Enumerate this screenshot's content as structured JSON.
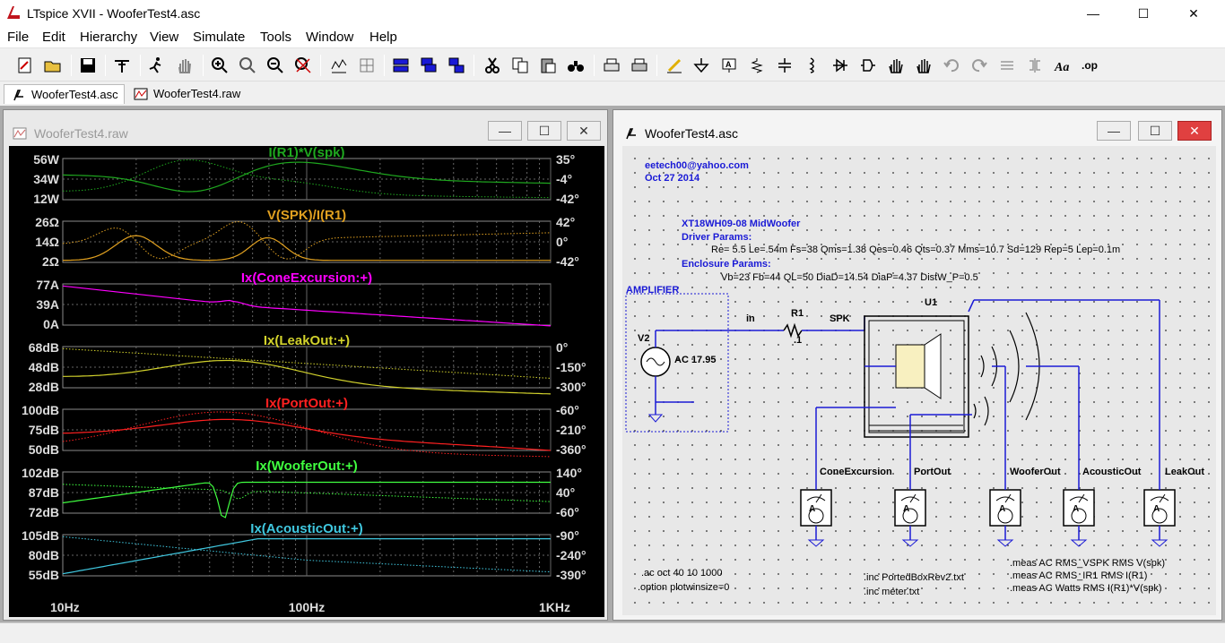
{
  "app": {
    "title": "LTspice XVII - WooferTest4.asc",
    "minimize": "—",
    "maximize": "☐",
    "close": "✕"
  },
  "menu": [
    "File",
    "Edit",
    "Hierarchy",
    "View",
    "Simulate",
    "Tools",
    "Window",
    "Help"
  ],
  "tabs": [
    {
      "label": "WooferTest4.asc",
      "icon": "schematic-icon"
    },
    {
      "label": "WooferTest4.raw",
      "icon": "waveform-icon"
    }
  ],
  "waveform_window": {
    "title": "WooferTest4.raw",
    "x_ticks": [
      "10Hz",
      "100Hz",
      "1KHz"
    ],
    "panes": [
      {
        "title": "I(R1)*V(spk)",
        "color": "#1fa81f",
        "left_ticks": [
          "56W",
          "34W",
          "12W"
        ],
        "right_ticks": [
          "35°",
          "-4°",
          "-42°"
        ]
      },
      {
        "title": "V(SPK)/I(R1)",
        "color": "#e0a020",
        "left_ticks": [
          "26Ω",
          "14Ω",
          "2Ω"
        ],
        "right_ticks": [
          "42°",
          "0°",
          "-42°"
        ]
      },
      {
        "title": "Ix(ConeExcursion:+)",
        "color": "#ff00ff",
        "left_ticks": [
          "77A",
          "39A",
          "0A"
        ],
        "right_ticks": []
      },
      {
        "title": "Ix(LeakOut:+)",
        "color": "#d2d22c",
        "left_ticks": [
          "68dB",
          "48dB",
          "28dB"
        ],
        "right_ticks": [
          "0°",
          "-150°",
          "-300°"
        ]
      },
      {
        "title": "Ix(PortOut:+)",
        "color": "#ff2020",
        "left_ticks": [
          "100dB",
          "75dB",
          "50dB"
        ],
        "right_ticks": [
          "-60°",
          "-210°",
          "-360°"
        ]
      },
      {
        "title": "Ix(WooferOut:+)",
        "color": "#40ff40",
        "left_ticks": [
          "102dB",
          "87dB",
          "72dB"
        ],
        "right_ticks": [
          "140°",
          "40°",
          "-60°"
        ]
      },
      {
        "title": "Ix(AcousticOut:+)",
        "color": "#40c8e0",
        "left_ticks": [
          "105dB",
          "80dB",
          "55dB"
        ],
        "right_ticks": [
          "-90°",
          "-240°",
          "-390°"
        ]
      }
    ]
  },
  "schematic_window": {
    "title": "WooferTest4.asc",
    "email": "eetech00@yahoo.com",
    "date": "Oct 27 2014",
    "driver_name": "XT18WH09-08 MidWoofer",
    "driver_params_label": "Driver Params:",
    "driver_params": "Re= 5.5 Le=.54m  Fs=38 Qms=1.38 Qes=0.46 Qts=0.37 Mms=10.7 Sd=129 Rep=5 Lep=0.1m",
    "enclosure_label": "Enclosure Params:",
    "enclosure_params": "Vb=23 Fb=44 QL=50 DiaD=14.54 DiaP=4.37 DistW_P=0.5",
    "amplifier_label": "AMPLIFIER",
    "source_name": "V2",
    "source_value": "AC 17.95",
    "net_in": "in",
    "resistor_name": "R1",
    "resistor_value": ".1",
    "net_spk": "SPK",
    "component_u1": "U1",
    "meters": [
      "ConeExcursion",
      "PortOut",
      "WooferOut",
      "AcousticOut",
      "LeakOut"
    ],
    "meter_symbol": "A",
    "directive_ac": ".ac oct 40 10 1000",
    "directive_option": ".option plotwinsize=0",
    "include_1": ".inc PortedBoxRev2.txt",
    "include_2": ".inc meter.txt",
    "meas_1": ".meas AC RMS_VSPK RMS V(spk)",
    "meas_2": ".meas AC RMS_IR1 RMS I(R1)",
    "meas_3": ".meas AC Watts RMS I(R1)*V(spk)"
  },
  "colors": {
    "wave_bg": "#000000",
    "grid": "#888888",
    "schematic_bg": "#e8e8e8",
    "wire": "#1a1ad6",
    "selected_title": "#000000"
  }
}
